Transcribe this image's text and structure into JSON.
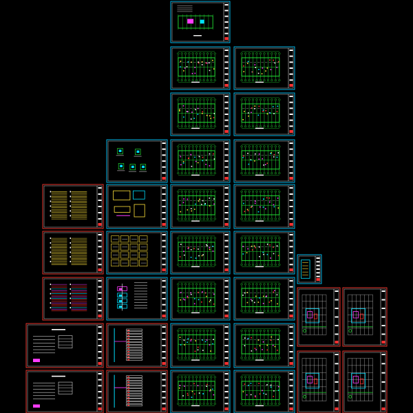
{
  "viewport": {
    "background": "#000000"
  },
  "colors": {
    "sheet_border": "#ffffff",
    "sheet_frame_cad": "#00c8ff",
    "sheet_frame_alt": "#ff3b30",
    "title_strip": "#ffffff",
    "plan_green": "#22dd33",
    "plan_cyan": "#00e0ff",
    "plan_magenta": "#ff3cff",
    "plan_yellow": "#ffe23a",
    "plan_red": "#ff3030",
    "text_white": "#ffffff"
  },
  "sheets": [
    {
      "id": "s01",
      "kind": "plan-title",
      "frame": "cad"
    },
    {
      "id": "s02",
      "kind": "floor-plan",
      "frame": "cad"
    },
    {
      "id": "s03",
      "kind": "floor-plan",
      "frame": "cad"
    },
    {
      "id": "s04",
      "kind": "floor-plan",
      "frame": "cad"
    },
    {
      "id": "s05",
      "kind": "floor-plan",
      "frame": "cad"
    },
    {
      "id": "s06",
      "kind": "details",
      "frame": "cad"
    },
    {
      "id": "s07",
      "kind": "floor-plan",
      "frame": "cad"
    },
    {
      "id": "s08",
      "kind": "floor-plan",
      "frame": "cad"
    },
    {
      "id": "s09",
      "kind": "notes-yellow",
      "frame": "alt"
    },
    {
      "id": "s10",
      "kind": "details-yellow",
      "frame": "cad"
    },
    {
      "id": "s11",
      "kind": "floor-plan",
      "frame": "cad"
    },
    {
      "id": "s12",
      "kind": "floor-plan",
      "frame": "cad"
    },
    {
      "id": "s13",
      "kind": "notes-yellow",
      "frame": "alt"
    },
    {
      "id": "s14",
      "kind": "grid-details",
      "frame": "cad"
    },
    {
      "id": "s15",
      "kind": "floor-plan",
      "frame": "cad"
    },
    {
      "id": "s16",
      "kind": "floor-plan",
      "frame": "cad"
    },
    {
      "id": "s17",
      "kind": "small-legend",
      "frame": "cad"
    },
    {
      "id": "s18",
      "kind": "notes-mixed",
      "frame": "alt"
    },
    {
      "id": "s19",
      "kind": "diagram",
      "frame": "cad"
    },
    {
      "id": "s20",
      "kind": "floor-plan",
      "frame": "cad"
    },
    {
      "id": "s21",
      "kind": "floor-plan",
      "frame": "cad"
    },
    {
      "id": "s22",
      "kind": "site-plan",
      "frame": "alt"
    },
    {
      "id": "s23",
      "kind": "site-plan",
      "frame": "alt"
    },
    {
      "id": "s24",
      "kind": "text-sheet",
      "frame": "alt"
    },
    {
      "id": "s25",
      "kind": "riser",
      "frame": "alt"
    },
    {
      "id": "s26",
      "kind": "floor-plan",
      "frame": "cad"
    },
    {
      "id": "s27",
      "kind": "floor-plan",
      "frame": "cad"
    },
    {
      "id": "s28",
      "kind": "text-sheet",
      "frame": "alt"
    },
    {
      "id": "s29",
      "kind": "riser",
      "frame": "alt"
    },
    {
      "id": "s30",
      "kind": "floor-plan",
      "frame": "cad"
    },
    {
      "id": "s31",
      "kind": "floor-plan",
      "frame": "cad"
    },
    {
      "id": "s32",
      "kind": "site-plan",
      "frame": "alt"
    },
    {
      "id": "s33",
      "kind": "site-plan",
      "frame": "alt"
    }
  ]
}
